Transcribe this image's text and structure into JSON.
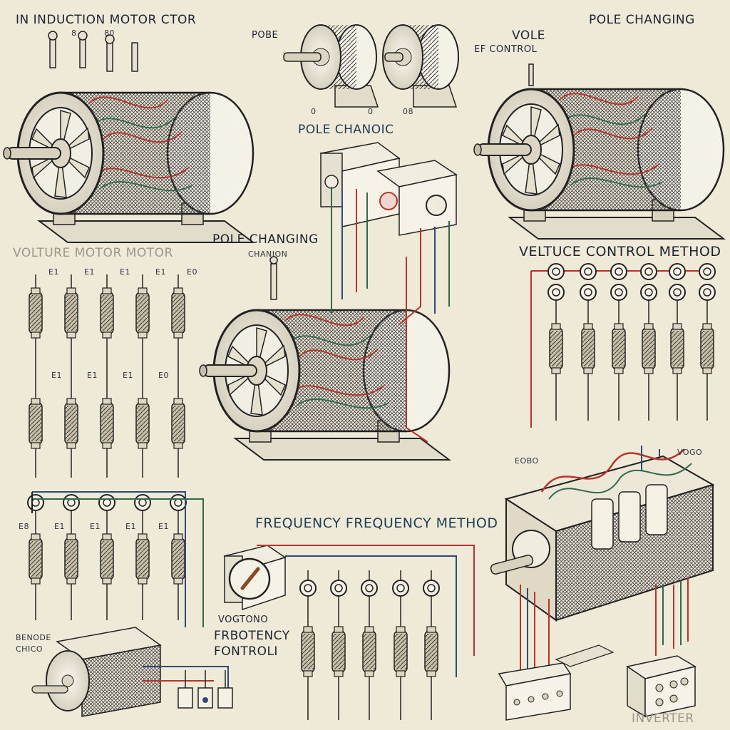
{
  "titles": {
    "top_left": "IN INDUCTION MOTOR CTOR",
    "top_right": "POLE CHANGING",
    "pole_small": "POBE",
    "pole_chanoic": "POLE  CHANOIC",
    "vole": "VOLE",
    "ef_control": "EF CONTROL",
    "pole_changing_mid": "POLE CHANGING",
    "chanion": "CHANION",
    "volture_motor": "VOLTURE MOTOR MOTOR",
    "voltuce_control": "VELTUCE CONTROL METHOD",
    "frequency_method": "FREQUENCY FREQUENCY METHOD",
    "vogtone": "VOGTONO",
    "frbotency": "FRBOTENCY",
    "fontroll": "FONTROLI",
    "inverter": "INVERTER",
    "bottom_left_a": "BENODE",
    "bottom_left_b": "CHICO",
    "right_small_a": "EOBO",
    "right_small_b": "VOGO"
  },
  "small_marks": {
    "top_a": "8",
    "top_b": "80",
    "under_a": "0",
    "under_b": "0",
    "under_c": "08"
  },
  "coil_top_labels": [
    "E1",
    "E1",
    "E1",
    "E1",
    "E0"
  ],
  "coil_mid_labels": [
    "E1",
    "E1",
    "E1",
    "E0"
  ],
  "coil_bot_labels": [
    "E8",
    "E1",
    "E1",
    "E1",
    "E1"
  ],
  "colors": {
    "background": "#efe9d8",
    "ink": "#1d2330",
    "wire_red": "#b8332b",
    "wire_green": "#2f6a4e",
    "wire_blue": "#2d4a78",
    "coil_body": "#8a7f6e"
  },
  "icons": [
    "motor-icon",
    "coil-icon",
    "terminal-icon",
    "dial-icon",
    "switch-icon",
    "inverter-icon"
  ]
}
